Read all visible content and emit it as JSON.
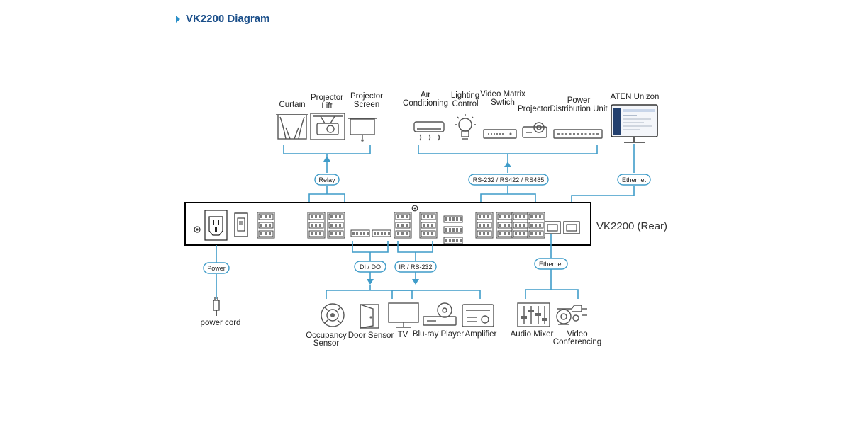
{
  "title": "VK2200 Diagram",
  "device_label": "VK2200 (Rear)",
  "connections": {
    "relay": "Relay",
    "serial": "RS-232 / RS422 / RS485",
    "ethernet_top": "Ethernet",
    "power": "Power",
    "dido": "DI / DO",
    "ir": "IR / RS-232",
    "ethernet_bottom": "Ethernet"
  },
  "devices": {
    "curtain": "Curtain",
    "projector_lift": [
      "Projector",
      "Lift"
    ],
    "projector_screen": [
      "Projector",
      "Screen"
    ],
    "air_conditioning": [
      "Air",
      "Conditioning"
    ],
    "lighting_control": [
      "Lighting",
      "Control"
    ],
    "video_matrix": [
      "Video Matrix",
      "Swtich"
    ],
    "projector": "Projector",
    "pdu": [
      "Power",
      "Distribution Unit"
    ],
    "aten_unizon": "ATEN Unizon",
    "power_cord": "power cord",
    "occupancy_sensor": [
      "Occupancy",
      "Sensor"
    ],
    "door_sensor": "Door Sensor",
    "tv": "TV",
    "bluray": "Blu-ray Player",
    "amplifier": "Amplifier",
    "audio_mixer": "Audio Mixer",
    "video_conferencing": [
      "Video",
      "Conferencing"
    ]
  },
  "colors": {
    "accent": "#3f9cc9",
    "title": "#1b4f8a",
    "arrow": "#2a8fc8"
  }
}
